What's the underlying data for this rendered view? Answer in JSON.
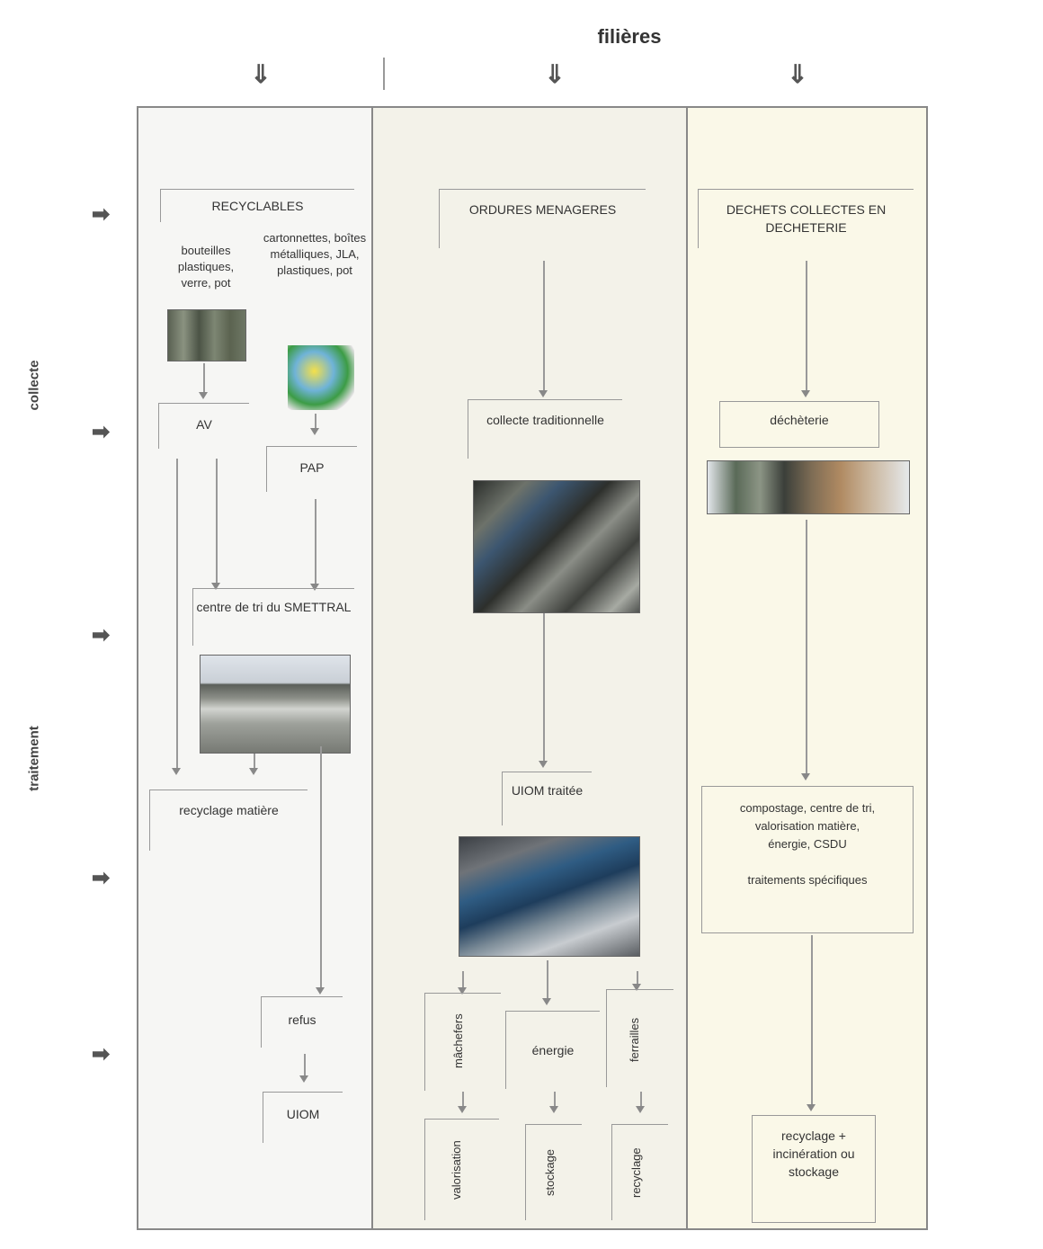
{
  "header": {
    "title": "filières"
  },
  "side_labels": {
    "top": "collecte",
    "bottom": "traitement"
  },
  "icons": {
    "down_arrow": "⇓",
    "right_arrow": "➡"
  },
  "recyclables": {
    "title": "RECYCLABLES",
    "sub_left": "bouteilles plastiques, verre, pot",
    "sub_right": "cartonnettes, boîtes métalliques, JLA, plastiques, pot",
    "av": "AV",
    "pap": "PAP",
    "centre_tri": "centre de tri du SMETTRAL",
    "recyclage": "recyclage matière",
    "refus": "refus",
    "uiom": "UIOM"
  },
  "ordures": {
    "title": "ORDURES MENAGERES",
    "collecte": "collecte traditionnelle",
    "uiom": "UIOM traitée",
    "machefers": "mâchefers",
    "energie": "énergie",
    "ferrailles": "ferrailles",
    "valorisation": "valorisation",
    "stockage": "stockage",
    "recyclage": "recyclage"
  },
  "decheterie": {
    "title": "DECHETS COLLECTES EN DECHETERIE",
    "decheterie": "déchèterie",
    "traitement": "compostage, centre de tri, valorisation matière, énergie, CSDU",
    "specifiques": "traitements spécifiques",
    "final": "recyclage + incinération ou stockage"
  }
}
